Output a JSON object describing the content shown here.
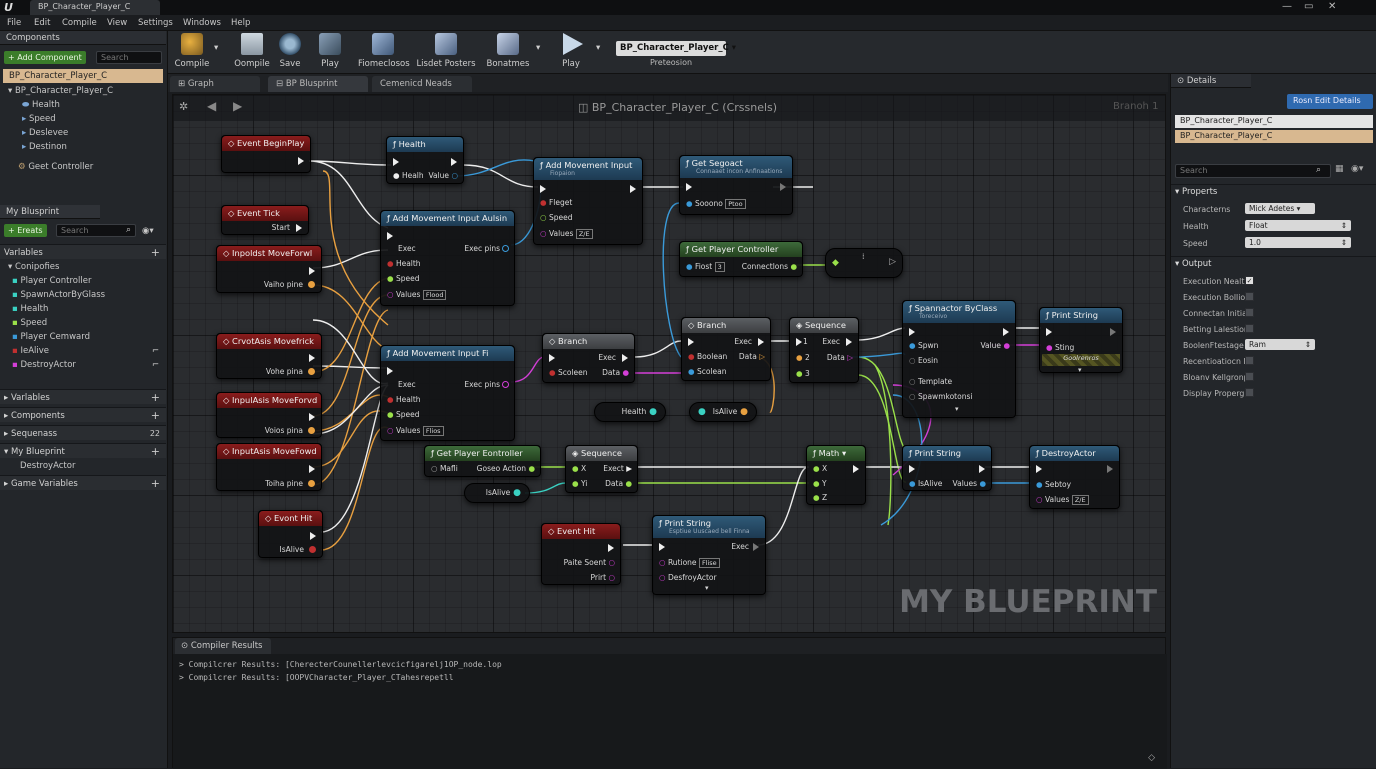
{
  "titlebar": {
    "logo": "U",
    "tab": "BP_Character_Player_C",
    "controls": [
      "—",
      "▭",
      "✕"
    ]
  },
  "menu": [
    "File",
    "Edit",
    "Compile",
    "View",
    "Settings",
    "Windows",
    "Help"
  ],
  "components": {
    "header": "Components",
    "add_button": "+ Add Component",
    "search_placeholder": "Search",
    "selected": "BP_Character_Player_C",
    "tree": [
      "BP_Character_Player_C",
      "Health",
      "Speed",
      "Deslevee",
      "Destinon"
    ],
    "extra": "Geet Controller"
  },
  "myblueprint": {
    "tab": "My Blusprint",
    "create_button": "+ Ereats",
    "search_placeholder": "Search",
    "variables_header": "Varlables",
    "group": "Conipofies",
    "items": [
      "Player Controller",
      "SpawnActorByGlass",
      "Health",
      "Speed",
      "Player Cemward",
      "IeAlive",
      "DestroyActor"
    ],
    "sections": [
      "Varlables",
      "Components",
      "Sequenass",
      "My Blueprint"
    ],
    "sub_item": "DestroyActor",
    "game_vars": "Game Variables",
    "seq_badge": "22"
  },
  "toolbar": {
    "buttons": [
      "Compile",
      "Oompile",
      "Save",
      "Play",
      "Fiomeclosos",
      "Lisdet Posters",
      "Bonatmes",
      "Play"
    ],
    "dropdown": "BP_Character_Player_C",
    "dropdown_sub": "Preteosion"
  },
  "graph_tabs": [
    "Graph",
    "BP Blusprint",
    "Cemenicd Neads"
  ],
  "graph": {
    "title": "BP_Character_Player_C (Crssnels)",
    "corner": "Branoh 1",
    "watermark": "MY BLUEPRINT",
    "nodes": {
      "n1": {
        "title": "Event BeginPlay"
      },
      "n2": {
        "title": "Event Tick",
        "pin": "Start"
      },
      "n3": {
        "title": "Inpoldst MoveForwl",
        "pin": "Vaiho pine"
      },
      "n4": {
        "title": "CrvotAsis Movefrick",
        "pin": "Vohe pina"
      },
      "n5": {
        "title": "InpulAsis MoveForvd",
        "pin": "Voios pina"
      },
      "n6": {
        "title": "InputAsis MoveFowd",
        "pin": "Toiha pine"
      },
      "n7": {
        "title": "Evont Hit",
        "pin": "IsAlive"
      },
      "n8": {
        "title": "Health",
        "pins": [
          "Healh",
          "Value"
        ]
      },
      "n9": {
        "title": "Add Movement Input Aulsin",
        "pins": [
          "Exec",
          "Health",
          "Speed",
          "Values"
        ],
        "right": "Exec pins",
        "badge": "Flood"
      },
      "n10": {
        "title": "Add Movement Input Fi",
        "pins": [
          "Exec",
          "Health",
          "Speed",
          "Values"
        ],
        "right": "Exec pins",
        "badge": "Flios"
      },
      "n11": {
        "title": "Add Movement Input",
        "sub": "Fiopaion",
        "pins": [
          "Fleget",
          "Speed",
          "Values"
        ],
        "badge": "Z/E"
      },
      "n12": {
        "title": "Get Segoact",
        "sub": "Connaaet incon Anfinaations",
        "pin": "Sooono",
        "badge": "Ptoo"
      },
      "n13": {
        "title": "Get Player Controller",
        "pins": [
          "Fiost",
          "Connectlons"
        ],
        "badge": "3"
      },
      "n14": {
        "title": "Branch",
        "pins": [
          "Scoleen",
          "Exec",
          "Data"
        ]
      },
      "n15": {
        "title": "Branch",
        "pins": [
          "Boolean",
          "Scolean",
          "Exec",
          "Data"
        ]
      },
      "n16": {
        "title": "Sequence",
        "pins": [
          "Exec",
          "1",
          "2",
          "3",
          "Data"
        ]
      },
      "n17": {
        "title": "Spannactor ByClass",
        "sub": "Toreceivo",
        "pins": [
          "Spwn",
          "Eosin",
          "Template",
          "Spawmkotonsi"
        ],
        "right": "Value"
      },
      "n18": {
        "title": "Print String",
        "pin": "Sting",
        "badge": "Goolrenros"
      },
      "n19": {
        "title": "Get Player Eontroller",
        "pins": [
          "Mafli",
          "Goseo Action"
        ]
      },
      "n20": {
        "title": "Sequence",
        "pins": [
          "X",
          "Exect",
          "Yi",
          "Data"
        ]
      },
      "n21": {
        "title": "Math",
        "pins": [
          "X",
          "Y",
          "Z"
        ]
      },
      "n22": {
        "title": "Print String",
        "pins": [
          "IsAlive",
          "Values"
        ]
      },
      "n23": {
        "title": "DestroyActor",
        "pins": [
          "Sebtoy",
          "Values"
        ],
        "badge": "Z/E"
      },
      "n24": {
        "title": "Event Hit",
        "pins": [
          "Paite Soent",
          "Prirt"
        ]
      },
      "n25": {
        "title": "Print String",
        "sub": "Esptiue Uuscaed bell Finna",
        "pins": [
          "Rutione",
          "DesfroyActor",
          "Exec"
        ],
        "badge": "Flise"
      },
      "vars": {
        "health": "Health",
        "isalive1": "IsAlive",
        "isalive2": "IsAlive"
      }
    }
  },
  "compiler": {
    "tab": "Compiler Results",
    "lines": [
      "> Compilcrer Results: [CherecterCounellerlevcicfigarelj1OP_node.lop",
      "> Compilcrer Results: [OOPVCharacter_Player_CTahesrepetll"
    ]
  },
  "details": {
    "tab": "Details",
    "button": "Rosn Edit Details",
    "field": "BP_Character_Player_C",
    "selected": "BP_Character_Player_C",
    "search_placeholder": "Search",
    "properties_header": "Properts",
    "props": [
      {
        "k": "Characterns",
        "v": "Mick Adetes"
      },
      {
        "k": "Health",
        "v": "Float"
      },
      {
        "k": "Speed",
        "v": "1.0"
      }
    ],
    "output_header": "Output",
    "outputs": [
      {
        "k": "Execution Nealth",
        "checked": true
      },
      {
        "k": "Execution Bollion",
        "checked": false
      },
      {
        "k": "Connectan Initial",
        "checked": false
      },
      {
        "k": "Betting Lalestion",
        "checked": false
      },
      {
        "k": "BoolenFtestage",
        "v": "Ram"
      },
      {
        "k": "Recentioatiocn In",
        "checked": false
      },
      {
        "k": "Bloanv Kellgronp",
        "checked": false
      },
      {
        "k": "Display Properg",
        "checked": false
      }
    ]
  },
  "colors": {
    "exec": "#eeeeee",
    "bool": "#a01515",
    "float": "#9ae04a",
    "int": "#3ad1c2",
    "struct": "#3a9ad9",
    "object": "#d43fd8",
    "wire_orange": "#e8a040"
  }
}
